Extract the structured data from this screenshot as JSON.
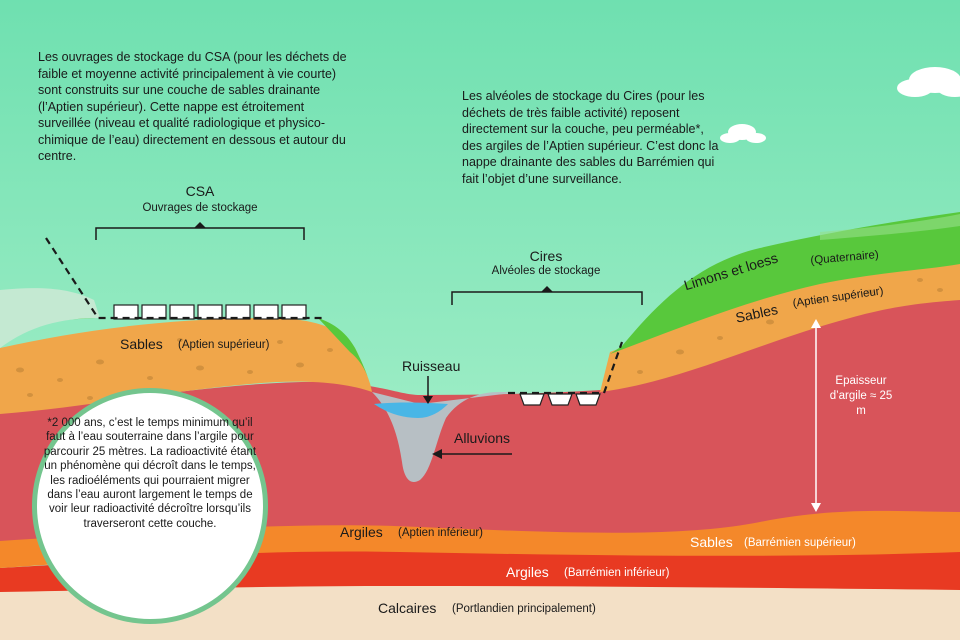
{
  "intro_csa": "Les ouvrages de stockage du CSA (pour les déchets de faible et moyenne activité principalement à vie courte) sont construits sur une couche de sables drainante (l’Aptien supérieur). Cette nappe est étroitement surveillée (niveau et qualité radiologique et physico-chimique de l’eau) directement en dessous et autour du centre.",
  "intro_cires": "Les alvéoles de stockage du Cires (pour les déchets de très faible activité) reposent directement sur la couche, peu perméable*, des argiles de l’Aptien supérieur. C’est donc la nappe drainante des sables du Barrémien qui fait l’objet d’une surveillance.",
  "csa": {
    "title": "CSA",
    "subtitle": "Ouvrages de stockage"
  },
  "cires": {
    "title": "Cires",
    "subtitle": "Alvéoles de stockage"
  },
  "labels": {
    "ruisseau": "Ruisseau",
    "alluvions": "Alluvions",
    "limons": "Limons et loess",
    "quaternaire": "(Quaternaire)",
    "sables_right": "Sables",
    "aptien_sup_right": "(Aptien supérieur)",
    "sables_left": "Sables",
    "aptien_sup_left": "(Aptien supérieur)",
    "epaisseur": "Epaisseur d’argile ≈ 25 m",
    "argiles_aptien": "Argiles",
    "aptien_inf": "(Aptien inférieur)",
    "sables_barr": "Sables",
    "barr_sup": "(Barrémien supérieur)",
    "argiles_barr": "Argiles",
    "barr_inf": "(Barrémien inférieur)",
    "calcaires": "Calcaires",
    "portlandien": "(Portlandien principalement)"
  },
  "note": "*2 000 ans, c’est le temps minimum qu’il faut à l’eau souterraine dans l’argile pour parcourir 25 mètres. La radioactivité étant un phénomène qui décroît dans le temps, les radioéléments qui pourraient migrer dans l’eau auront largement le temps de voir leur radioactivité décroître lorsqu’ils traverseront cette couche.",
  "colors": {
    "sky_top": "#6fe0b0",
    "sky_bottom": "#a8f0c6",
    "sand": "#f0a64a",
    "clay": "#d8545a",
    "green": "#58c83c",
    "barremien_sand": "#f4882a",
    "barremien_clay": "#e83a22",
    "limestone": "#f3e0c6",
    "water": "#49b6e6",
    "alluvium": "#b7bfc4"
  }
}
